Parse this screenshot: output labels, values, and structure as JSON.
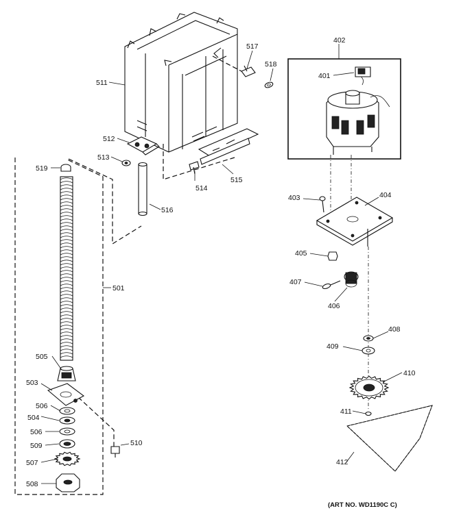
{
  "labels": {
    "p511": "511",
    "p512": "512",
    "p513": "513",
    "p514": "514",
    "p515": "515",
    "p516": "516",
    "p517": "517",
    "p518": "518",
    "p519": "519",
    "p501": "501",
    "p505": "505",
    "p503": "503",
    "p506a": "506",
    "p504": "504",
    "p506b": "506",
    "p509": "509",
    "p507": "507",
    "p508": "508",
    "p510": "510",
    "p402": "402",
    "p401": "401",
    "p403": "403",
    "p404": "404",
    "p405": "405",
    "p407": "407",
    "p406": "406",
    "p408": "408",
    "p409": "409",
    "p410": "410",
    "p411": "411",
    "p412": "412"
  },
  "art_no": "(ART NO. WD1190C C)"
}
